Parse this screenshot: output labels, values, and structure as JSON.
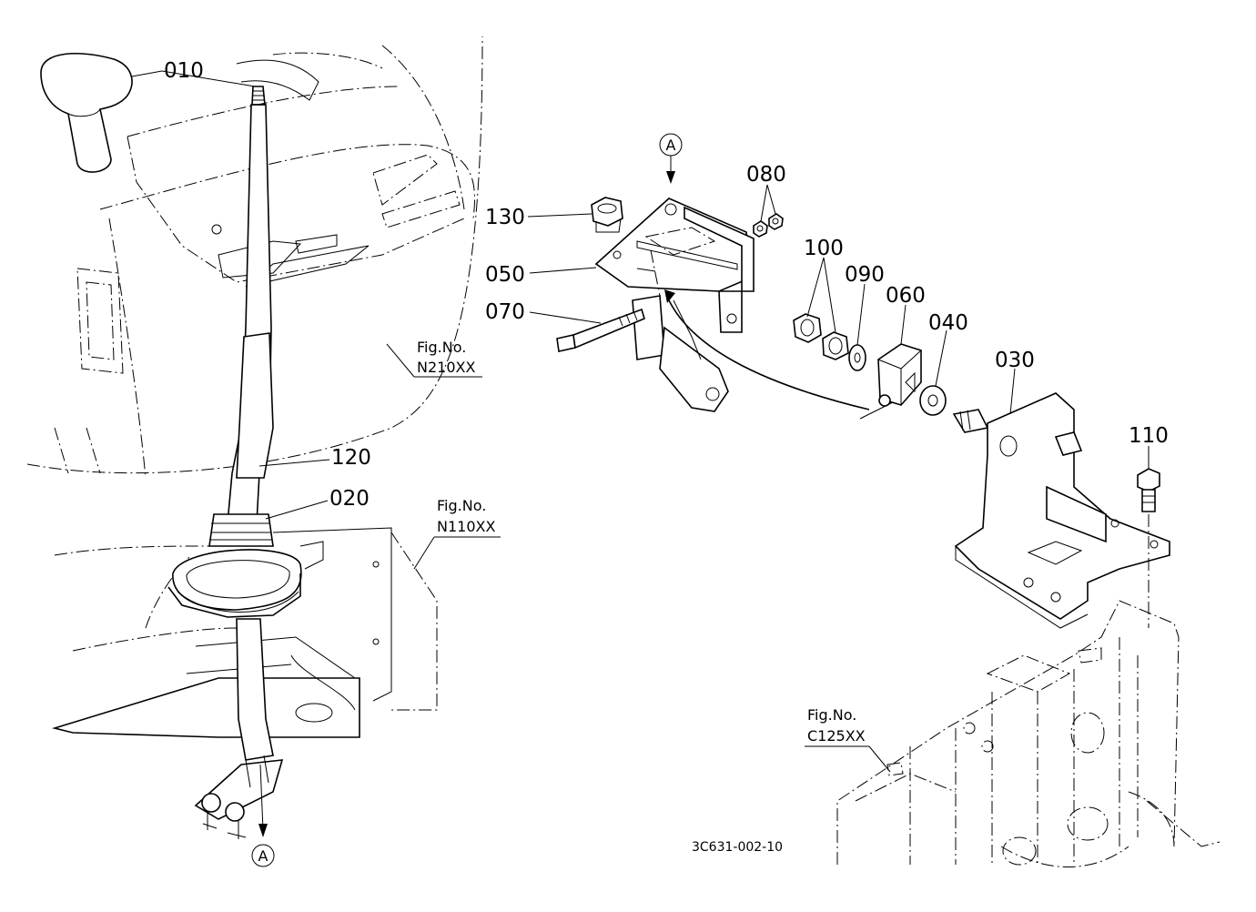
{
  "diagram": {
    "part_labels": {
      "p010": "010",
      "p020": "020",
      "p030": "030",
      "p040": "040",
      "p050": "050",
      "p060": "060",
      "p070": "070",
      "p080": "080",
      "p090": "090",
      "p100": "100",
      "p110": "110",
      "p120": "120",
      "p130": "130"
    },
    "references": [
      {
        "label": "Fig.No.",
        "code": "N210XX"
      },
      {
        "label": "Fig.No.",
        "code": "N110XX"
      },
      {
        "label": "Fig.No.",
        "code": "C125XX"
      }
    ],
    "connector_mark": "A",
    "drawing_number": "3C631-002-10"
  }
}
